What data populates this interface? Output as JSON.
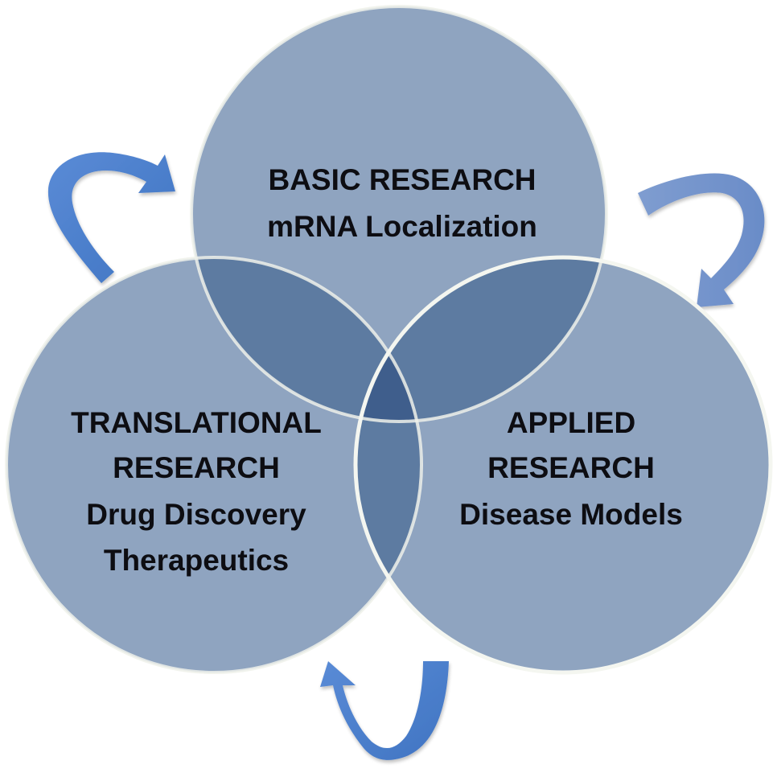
{
  "diagram": {
    "type": "three-circle venn cycle",
    "colors": {
      "circle_fill": "#8fa4c0",
      "overlap_two": "#5d7ba1",
      "overlap_three": "#3f5e8c",
      "circle_edge": "#f2f4ee",
      "arrow_light": "#7d9bd1",
      "arrow_dark": "#4a7bc6",
      "text": "#0d0d12"
    },
    "circles": [
      {
        "id": "basic",
        "lines": [
          "BASIC RESEARCH",
          "mRNA Localization"
        ]
      },
      {
        "id": "translational",
        "lines": [
          "TRANSLATIONAL",
          "RESEARCH",
          "Drug Discovery",
          "Therapeutics"
        ]
      },
      {
        "id": "applied",
        "lines": [
          "APPLIED",
          "RESEARCH",
          "Disease Models"
        ]
      }
    ],
    "arrows": [
      {
        "name": "arrow-translational-to-basic",
        "direction": "clockwise"
      },
      {
        "name": "arrow-basic-to-applied",
        "direction": "clockwise"
      },
      {
        "name": "arrow-applied-to-translational",
        "direction": "clockwise"
      }
    ]
  }
}
